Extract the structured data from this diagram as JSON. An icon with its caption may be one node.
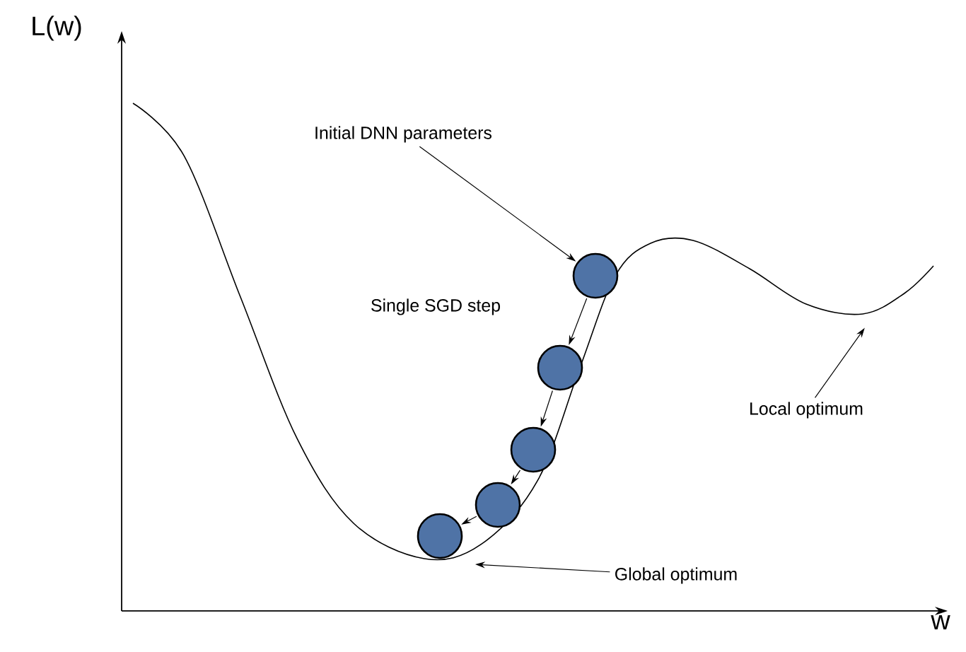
{
  "diagram": {
    "nodes": [
      {
        "text": [
          "Initial DNN parameters"
        ]
      },
      {
        "text": [],
        "shape": "circle"
      },
      {
        "text": [],
        "shape": "circle"
      },
      {
        "text": [],
        "shape": "circle"
      },
      {
        "text": [],
        "shape": "circle"
      },
      {
        "text": [],
        "shape": "circle"
      },
      {
        "text": [
          "Local optimum"
        ]
      },
      {
        "text": [
          "Global optimum"
        ]
      }
    ],
    "edges": [
      {
        "from": 0,
        "to": 1,
        "arrow": "to"
      },
      {
        "from": 1,
        "to": 2,
        "arrow": "to"
      },
      {
        "from": 2,
        "to": 3,
        "arrow": "to"
      },
      {
        "from": 3,
        "to": 4,
        "arrow": "to"
      },
      {
        "from": 4,
        "to": 5,
        "arrow": "to"
      },
      {
        "from": 6,
        "to": null,
        "arrow": "to"
      },
      {
        "from": 7,
        "to": null,
        "arrow": "to"
      }
    ],
    "labels": [
      "L(w)",
      "Single SGD step",
      "w"
    ]
  }
}
